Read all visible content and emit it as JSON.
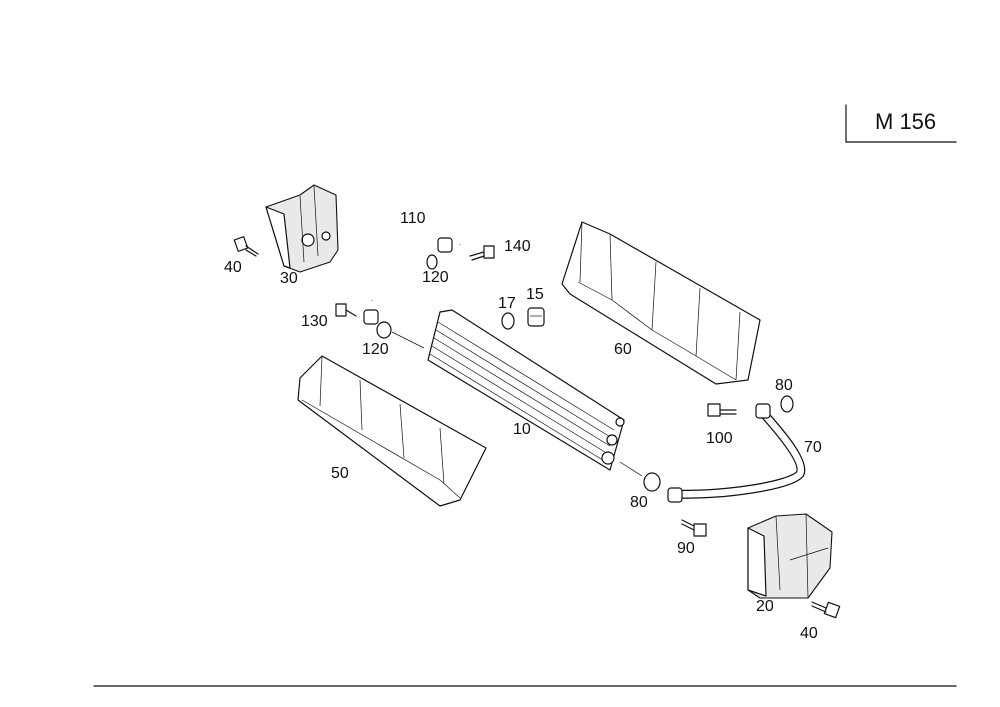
{
  "engine_code": "M 156",
  "callouts": [
    "10",
    "15",
    "17",
    "20",
    "30",
    "40",
    "40",
    "50",
    "60",
    "70",
    "80",
    "80",
    "90",
    "100",
    "110",
    "120",
    "120",
    "130",
    "140"
  ]
}
